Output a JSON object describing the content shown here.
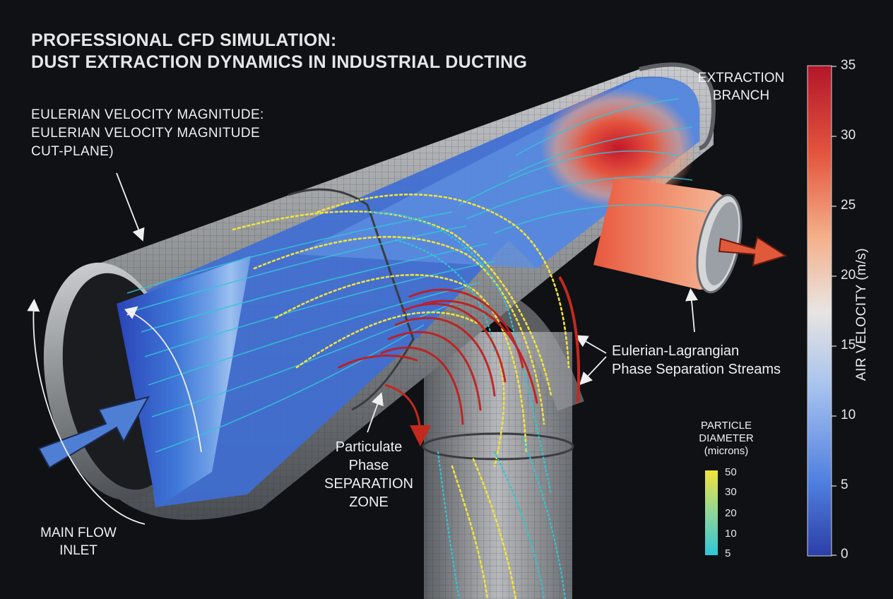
{
  "title": {
    "line1": "PROFESSIONAL CFD SIMULATION:",
    "line2": "DUST EXTRACTION DYNAMICS IN INDUSTRIAL DUCTING"
  },
  "labels": {
    "cut_plane_line1": "EULERIAN VELOCITY MAGNITUDE:",
    "cut_plane_line2": "EULERIAN VELOCITY MAGNITUDE",
    "cut_plane_line3": "CUT-PLANE)",
    "inlet_line1": "MAIN FLOW",
    "inlet_line2": "INLET",
    "branch_line1": "EXTRACTION",
    "branch_line2": "BRANCH",
    "streams_line1": "Eulerian-Lagrangian",
    "streams_line2": "Phase Separation Streams",
    "zone_line1": "Particulate",
    "zone_line2": "Phase",
    "zone_line3": "SEPARATION",
    "zone_line4": "ZONE"
  },
  "colorbar": {
    "title": "AIR VELOCITY (m/s)",
    "ticks": [
      "35",
      "30",
      "25",
      "20",
      "15",
      "10",
      "5",
      "0"
    ],
    "min": 0,
    "max": 35
  },
  "particle_legend": {
    "title_line1": "PARTICLE",
    "title_line2": "DIAMETER",
    "title_line3": "(microns)",
    "ticks": [
      "50",
      "30",
      "20",
      "10",
      "5"
    ]
  },
  "colors": {
    "background": "#0f1114",
    "velocity_low": "#2c3ea8",
    "velocity_mid": "#e9e4e2",
    "velocity_high": "#b2162a",
    "particle_large": "#f2e33a",
    "particle_small": "#2fc6d6",
    "heavy_stream": "#c41a1a",
    "duct_metal": "#8d9093"
  }
}
